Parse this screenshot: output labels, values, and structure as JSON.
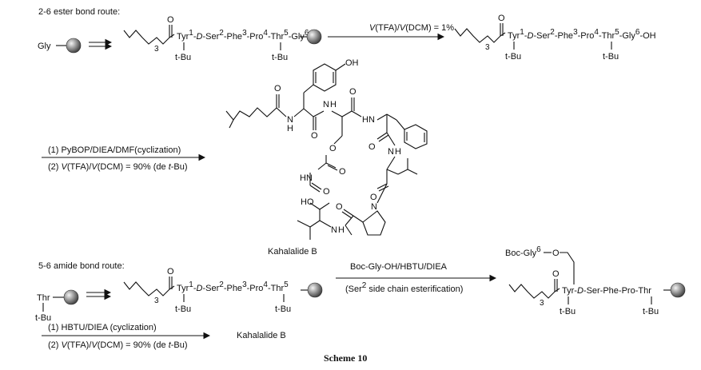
{
  "route1": {
    "title": "2-6 ester bond route:",
    "start": "Gly",
    "chain_pre": "Tyr",
    "chain_sup1": "1",
    "chain_rest": "-D-Ser2-Phe3-Pro4-Thr5-Gly6",
    "tbu": "t-Bu",
    "sub3": "3",
    "step1_reagent": "V(TFA)/V(DCM) = 1%",
    "product_suffix": "-OH",
    "step2_line1": "(1) PyBOP/DIEA/DMF(cyclization)",
    "step2_line2": "(2) V(TFA)/V(DCM) = 90% (de t-Bu)",
    "product_name": "Kahalalide B"
  },
  "structure": {
    "oh": "OH",
    "nh": "N",
    "h": "H",
    "hn": "HN",
    "o": "O",
    "ho": "HO",
    "n": "N"
  },
  "route2": {
    "title": "5-6 amide bond route:",
    "start": "Thr",
    "tbu": "t-Bu",
    "step1_line1": "Boc-Gly-OH/HBTU/DIEA",
    "step1_line2": "(Ser2 side chain esterification)",
    "boc_gly": "Boc-Gly",
    "boc_sup": "6",
    "o": "O",
    "chain_plain": "Tyr-D-Ser-Phe-Pro-Thr",
    "step2_line1": "(1) HBTU/DIEA (cyclization)",
    "step2_line2": "(2) V(TFA)/V(DCM) = 90% (de t-Bu)",
    "product_name": "Kahalalide B"
  },
  "caption": "Scheme 10"
}
